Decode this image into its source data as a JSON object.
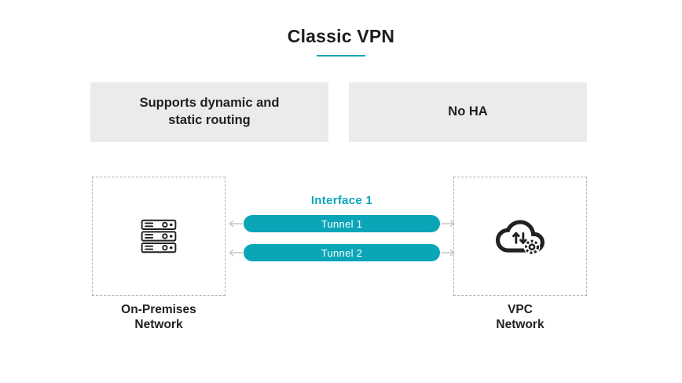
{
  "title": "Classic VPN",
  "features": [
    {
      "label": "Supports dynamic and\nstatic routing"
    },
    {
      "label": "No HA"
    }
  ],
  "diagram": {
    "interface_label": "Interface 1",
    "tunnels": [
      {
        "label": "Tunnel 1"
      },
      {
        "label": "Tunnel 2"
      }
    ],
    "left_node": {
      "label": "On-Premises\nNetwork",
      "icon": "server-rack-icon"
    },
    "right_node": {
      "label": "VPC\nNetwork",
      "icon": "cloud-vpn-icon"
    }
  },
  "colors": {
    "accent_teal": "#0AA6B8",
    "feature_box_bg": "#EBEBEB",
    "text_dark": "#212121",
    "arrow_gray": "#C6C6C6",
    "tunnel_text": "#FFFFFF",
    "dashed_border": "#B3B3B3"
  }
}
